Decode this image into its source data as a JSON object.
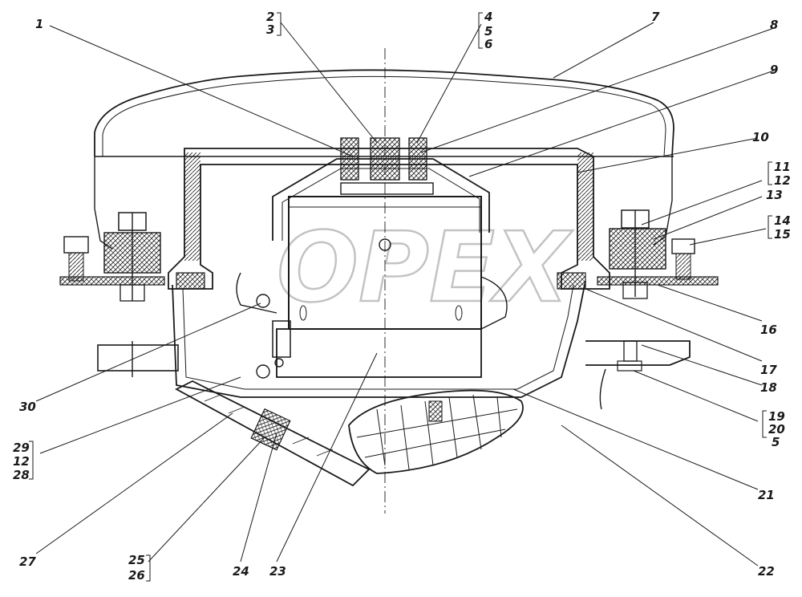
{
  "watermark": "OPEX",
  "callouts": {
    "c1": "1",
    "c2": "2",
    "c3": "3",
    "c4": "4",
    "c5a": "5",
    "c6": "6",
    "c7": "7",
    "c8": "8",
    "c9": "9",
    "c10": "10",
    "c11": "11",
    "c12a": "12",
    "c13": "13",
    "c14": "14",
    "c15": "15",
    "c16": "16",
    "c17": "17",
    "c18": "18",
    "c19": "19",
    "c20": "20",
    "c5b": "5",
    "c21": "21",
    "c22": "22",
    "c23": "23",
    "c24": "24",
    "c25": "25",
    "c26": "26",
    "c27": "27",
    "c29": "29",
    "c12b": "12",
    "c28": "28",
    "c30": "30"
  },
  "colors": {
    "ink": "#1a1a1a",
    "paper": "#ffffff"
  }
}
